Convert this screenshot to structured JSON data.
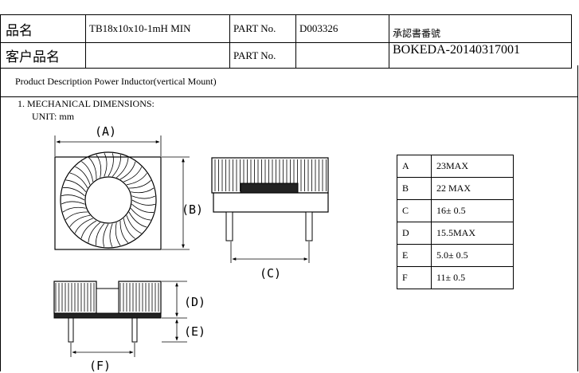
{
  "header": {
    "row1": {
      "label_cn": "品名",
      "product": "TB18x10x10-1mH MIN",
      "part_label": "PART No.",
      "part_value": "D003326",
      "approval_label": "承認書番號"
    },
    "row2": {
      "label_cn": "客户品名",
      "product": "",
      "part_label": "PART No.",
      "part_value": "",
      "approval_value": "BOKEDA-20140317001"
    }
  },
  "description": "Product Description Power Inductor(vertical Mount)",
  "section": {
    "title": "1.   MECHANICAL DIMENSIONS:",
    "unit": "UNIT: mm"
  },
  "drawing_labels": {
    "a": "(A)",
    "b": "(B)",
    "c": "(C)",
    "d": "(D)",
    "e": "(E)",
    "f": "(F)"
  },
  "dimensions": [
    {
      "key": "A",
      "value": "23MAX"
    },
    {
      "key": "B",
      "value": "22 MAX"
    },
    {
      "key": "C",
      "value": "16± 0.5"
    },
    {
      "key": "D",
      "value": "15.5MAX"
    },
    {
      "key": "E",
      "value": "5.0± 0.5"
    },
    {
      "key": "F",
      "value": "11± 0.5"
    }
  ]
}
